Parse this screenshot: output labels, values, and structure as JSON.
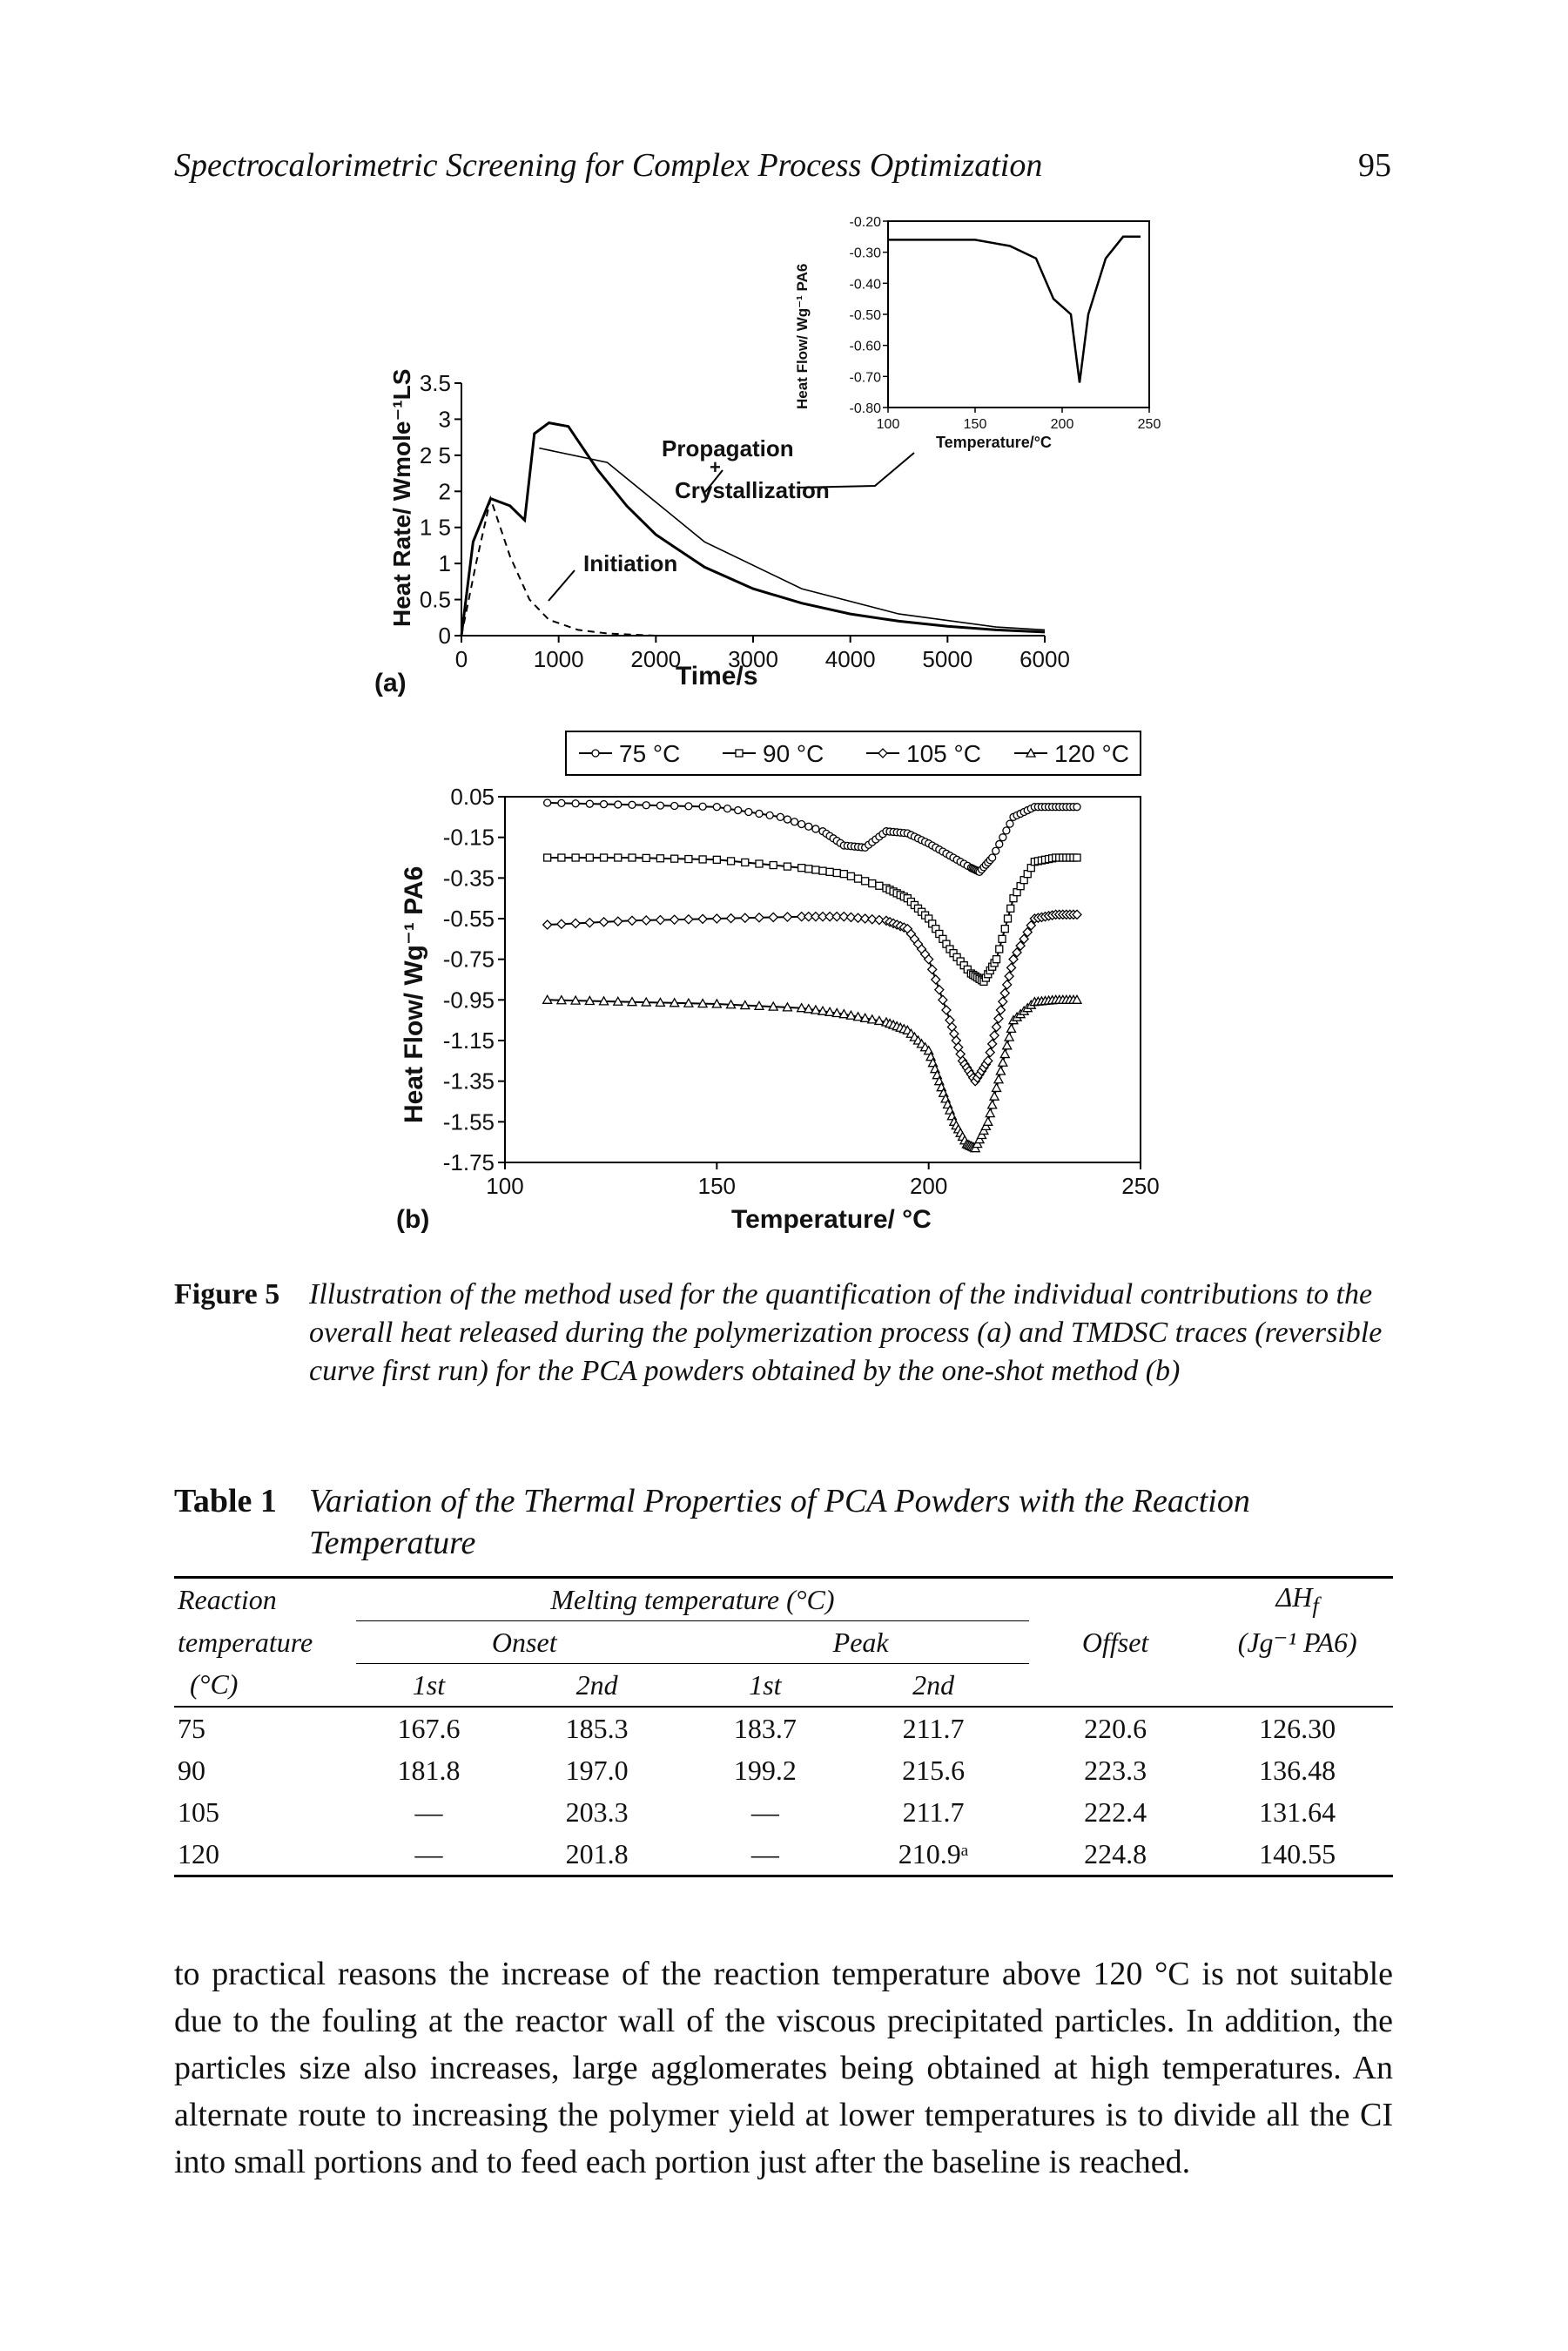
{
  "header": {
    "running_title": "Spectrocalorimetric Screening for Complex Process Optimization",
    "page_number": "95"
  },
  "figure": {
    "panel_a": {
      "label": "(a)",
      "ylabel": "Heat Rate/ Wmole⁻¹LS",
      "xlabel": "Time/s",
      "annotations": {
        "propagation": "Propagation",
        "plus": "+",
        "crystallization": "Crystallization",
        "initiation": "Initiation"
      },
      "inset": {
        "ylabel": "Heat Flow/ Wg⁻¹ PA6",
        "xlabel": "Temperature/°C",
        "yticks": [
          "-0.20",
          "-0.30",
          "-0.40",
          "-0.50",
          "-0.60",
          "-0.70",
          "-0.80"
        ],
        "xticks": [
          "100",
          "150",
          "200",
          "250"
        ]
      }
    },
    "panel_b": {
      "label": "(b)",
      "ylabel": "Heat Flow/ Wg⁻¹ PA6",
      "xlabel": "Temperature/ °C"
    },
    "caption_label": "Figure 5",
    "caption_text": "Illustration of the method used for the quantification of the individual contributions to the overall heat released during the polymerization process (a) and TMDSC traces (reversible curve first run) for the PCA powders obtained by the one-shot method (b)"
  },
  "chart_data": [
    {
      "type": "line",
      "panel": "a",
      "xlabel": "Time/s",
      "ylabel": "Heat Rate/ Wmole⁻¹LS",
      "xlim": [
        0,
        6000
      ],
      "ylim": [
        0,
        3.5
      ],
      "xticks": [
        0,
        1000,
        2000,
        3000,
        4000,
        5000,
        6000
      ],
      "xtick_labels": [
        "0",
        "1000",
        "2000",
        "3000",
        "4000",
        "5000",
        "6000"
      ],
      "yticks": [
        0,
        0.5,
        1,
        1.5,
        2,
        2.5,
        3,
        3.5
      ],
      "ytick_labels": [
        "0",
        "0.5",
        "1",
        "1 5",
        "2",
        "2 5",
        "3",
        "3.5"
      ],
      "series": [
        {
          "style": "solid",
          "x": [
            0,
            120,
            300,
            500,
            650,
            750,
            900,
            1100,
            1400,
            1700,
            2000,
            2500,
            3000,
            3500,
            4000,
            4500,
            5000,
            5500,
            6000
          ],
          "y": [
            0,
            1.3,
            1.9,
            1.8,
            1.6,
            2.8,
            2.95,
            2.9,
            2.3,
            1.8,
            1.4,
            0.95,
            0.65,
            0.45,
            0.3,
            0.2,
            0.13,
            0.08,
            0.05
          ]
        },
        {
          "style": "dashed",
          "x": [
            0,
            150,
            300,
            500,
            700,
            900,
            1200,
            1500,
            2000
          ],
          "y": [
            0,
            1.0,
            1.9,
            1.1,
            0.5,
            0.22,
            0.08,
            0.03,
            0.0
          ]
        },
        {
          "style": "solid-thin",
          "x": [
            800,
            1500,
            2500,
            3500,
            4500,
            5500,
            6000
          ],
          "y": [
            2.6,
            2.4,
            1.3,
            0.65,
            0.3,
            0.12,
            0.08
          ]
        }
      ]
    },
    {
      "type": "line",
      "panel": "a-inset",
      "xlabel": "Temperature/°C",
      "ylabel": "Heat Flow/ Wg⁻¹ PA6",
      "xlim": [
        100,
        250
      ],
      "ylim": [
        -0.8,
        -0.2
      ],
      "series": [
        {
          "x": [
            100,
            150,
            170,
            185,
            195,
            205,
            210,
            215,
            225,
            235,
            245
          ],
          "y": [
            -0.26,
            -0.26,
            -0.28,
            -0.32,
            -0.45,
            -0.5,
            -0.72,
            -0.5,
            -0.32,
            -0.25,
            -0.25
          ]
        }
      ]
    },
    {
      "type": "line",
      "panel": "b",
      "xlabel": "Temperature/ °C",
      "ylabel": "Heat Flow/ Wg⁻¹ PA6",
      "xlim": [
        100,
        250
      ],
      "ylim": [
        -1.75,
        0.05
      ],
      "xticks": [
        100,
        150,
        200,
        250
      ],
      "xtick_labels": [
        "100",
        "150",
        "200",
        "250"
      ],
      "yticks": [
        0.05,
        -0.15,
        -0.35,
        -0.55,
        -0.75,
        -0.95,
        -1.15,
        -1.35,
        -1.55,
        -1.75
      ],
      "ytick_labels": [
        "0.05",
        "-0.15",
        "-0.35",
        "-0.55",
        "-0.75",
        "-0.95",
        "-1.15",
        "-1.35",
        "-1.55",
        "-1.75"
      ],
      "legend_position": "top",
      "series": [
        {
          "name": "75 °C",
          "marker": "circle",
          "x": [
            110,
            130,
            150,
            165,
            175,
            180,
            185,
            190,
            195,
            200,
            205,
            210,
            212,
            215,
            220,
            225,
            230,
            235
          ],
          "y": [
            0.02,
            0.01,
            0.0,
            -0.05,
            -0.12,
            -0.19,
            -0.2,
            -0.12,
            -0.13,
            -0.18,
            -0.24,
            -0.3,
            -0.32,
            -0.25,
            -0.05,
            0.0,
            0.0,
            0.0
          ]
        },
        {
          "name": "90 °C",
          "marker": "square",
          "x": [
            110,
            130,
            150,
            170,
            180,
            190,
            195,
            200,
            205,
            210,
            213,
            216,
            220,
            225,
            230,
            235
          ],
          "y": [
            -0.25,
            -0.25,
            -0.26,
            -0.3,
            -0.33,
            -0.4,
            -0.45,
            -0.55,
            -0.7,
            -0.82,
            -0.86,
            -0.75,
            -0.45,
            -0.27,
            -0.25,
            -0.25
          ]
        },
        {
          "name": "105 °C",
          "marker": "diamond",
          "x": [
            110,
            130,
            150,
            170,
            180,
            190,
            195,
            200,
            205,
            208,
            211,
            214,
            217,
            220,
            225,
            230,
            235
          ],
          "y": [
            -0.58,
            -0.56,
            -0.55,
            -0.54,
            -0.54,
            -0.56,
            -0.6,
            -0.75,
            -1.05,
            -1.25,
            -1.35,
            -1.25,
            -1.0,
            -0.75,
            -0.55,
            -0.53,
            -0.53
          ]
        },
        {
          "name": "120 °C",
          "marker": "triangle",
          "x": [
            110,
            130,
            150,
            170,
            180,
            190,
            195,
            200,
            203,
            206,
            209,
            211,
            214,
            217,
            220,
            225,
            230,
            235
          ],
          "y": [
            -0.95,
            -0.96,
            -0.97,
            -0.99,
            -1.02,
            -1.06,
            -1.1,
            -1.2,
            -1.38,
            -1.55,
            -1.66,
            -1.68,
            -1.55,
            -1.3,
            -1.05,
            -0.96,
            -0.95,
            -0.95
          ]
        }
      ]
    }
  ],
  "table": {
    "caption_label": "Table 1",
    "caption_text": "Variation of the Thermal Properties of PCA Powders with the Reaction Temperature",
    "head": {
      "reaction": "Reaction",
      "temperature": "temperature",
      "unit": "(°C)",
      "melting": "Melting temperature (°C)",
      "onset": "Onset",
      "peak": "Peak",
      "first": "1st",
      "second": "2nd",
      "offset": "Offset",
      "dh": "ΔH",
      "dh_sub": "f",
      "dh_unit": "(Jg⁻¹ PA6)"
    },
    "rows": [
      [
        "75",
        "167.6",
        "185.3",
        "183.7",
        "211.7",
        "220.6",
        "126.30"
      ],
      [
        "90",
        "181.8",
        "197.0",
        "199.2",
        "215.6",
        "223.3",
        "136.48"
      ],
      [
        "105",
        "—",
        "203.3",
        "—",
        "211.7",
        "222.4",
        "131.64"
      ],
      [
        "120",
        "—",
        "201.8",
        "—",
        "210.9ᵃ",
        "224.8",
        "140.55"
      ]
    ]
  },
  "body_text": "to practical reasons the increase of the reaction temperature above 120 °C is not suitable due to the fouling at the reactor wall of the viscous precipitated particles. In addition, the particles size also increases, large agglomerates being obtained at high temperatures. An alternate route to increasing the polymer yield at lower temperatures is to divide all the CI into small portions and to feed each portion just after the baseline is reached."
}
